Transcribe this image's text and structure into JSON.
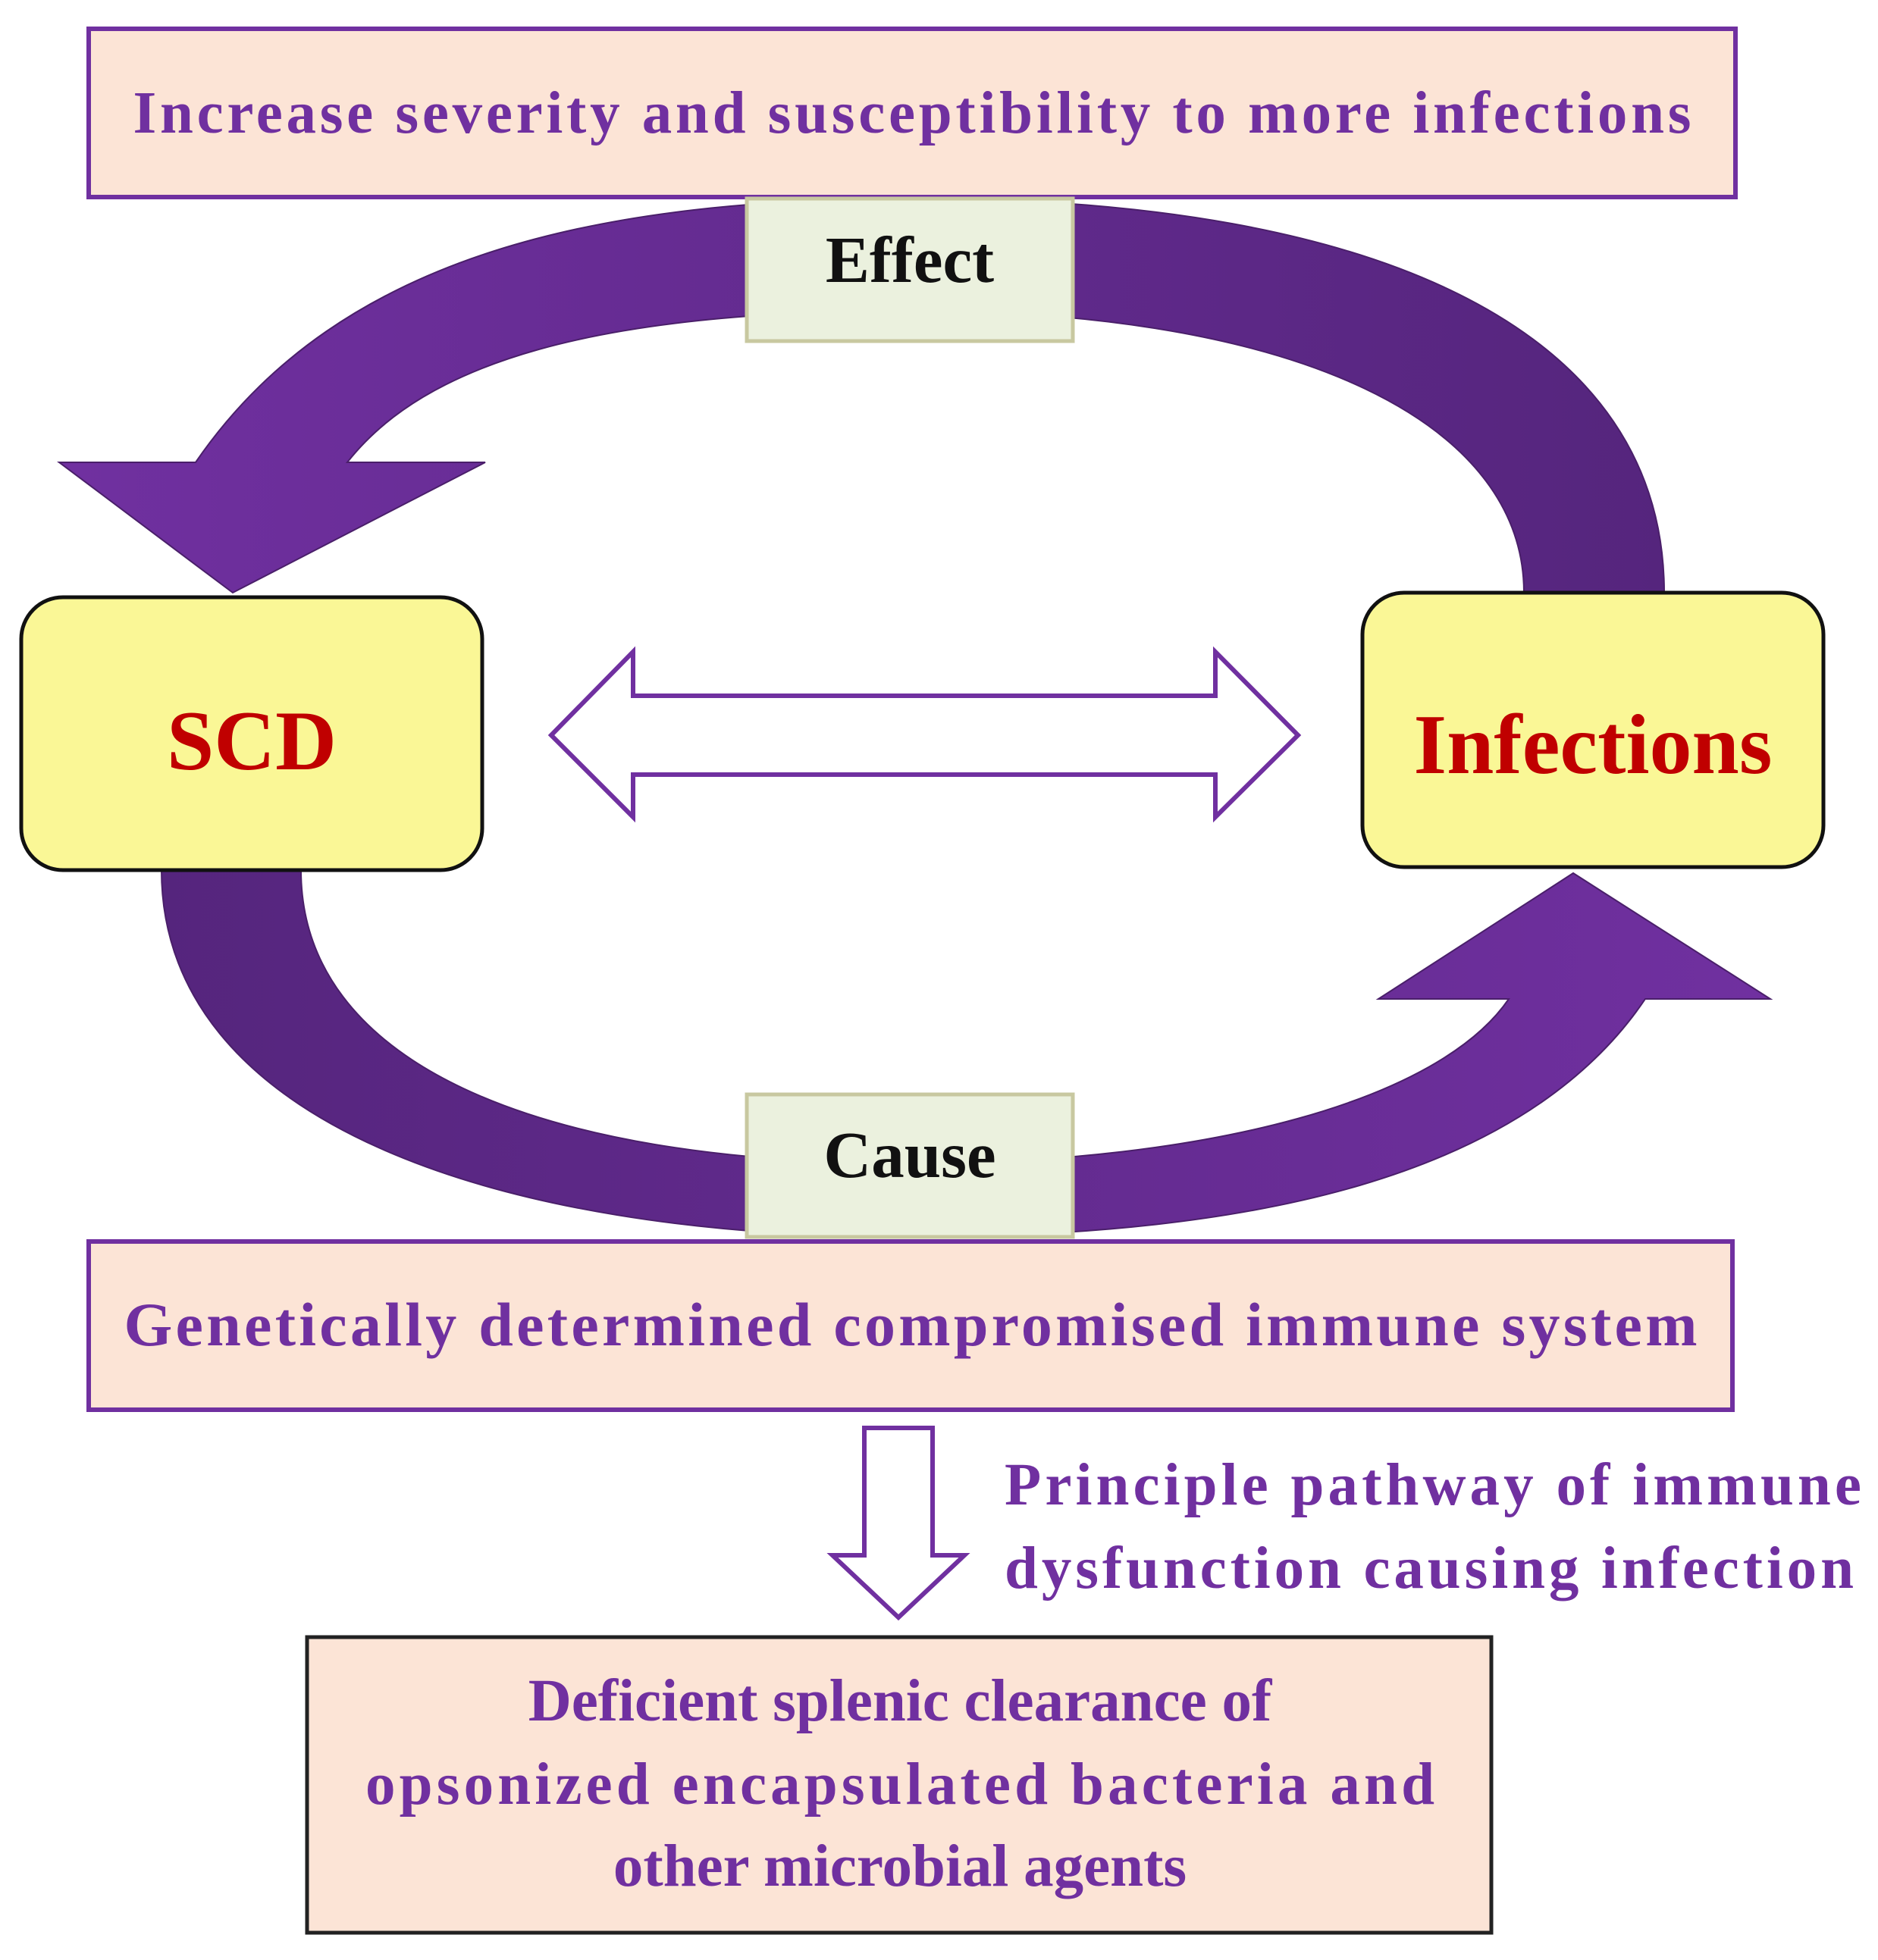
{
  "diagram": {
    "top_box": {
      "text": "Increase severity and susceptibility to more infections"
    },
    "effect_label": {
      "text": "Effect"
    },
    "cause_label": {
      "text": "Cause"
    },
    "scd_node": {
      "text": "SCD"
    },
    "infections_node": {
      "text": "Infections"
    },
    "middle_box": {
      "text": "Genetically determined compromised immune system"
    },
    "pathway_label": {
      "line1": "Principle pathway of immune",
      "line2": "dysfunction causing infection"
    },
    "bottom_box": {
      "line1": "Deficient splenic clearance of",
      "line2": "opsonized encapsulated bacteria and",
      "line3": "other microbial agents"
    }
  },
  "colors": {
    "purple_text": "#7030a0",
    "purple_arrow_light": "#7030a0",
    "purple_arrow_dark": "#4f2270",
    "box_fill_peach": "#fce4d6",
    "box_fill_yellow": "#faf796",
    "box_fill_label": "#ebf1de",
    "label_border": "#c8c8a0",
    "node_text_red": "#c00000",
    "label_text": "#111111"
  }
}
